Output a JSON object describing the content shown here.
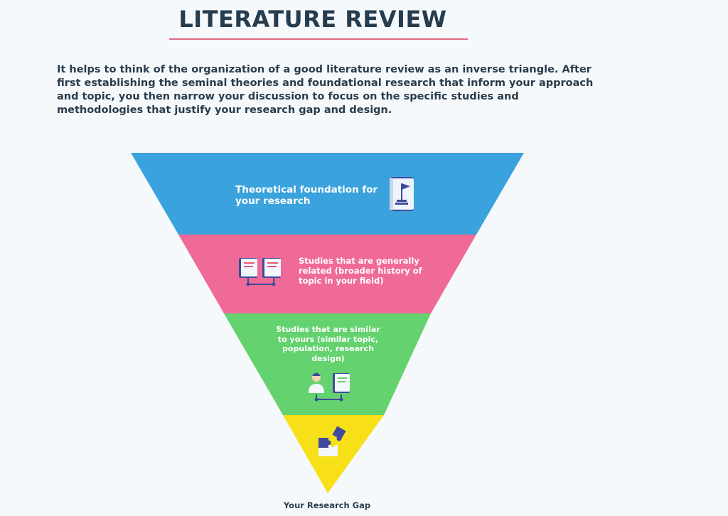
{
  "header": {
    "title": "LITERATURE REVIEW",
    "intro": "It helps to think of the organization of a good literature review as an inverse triangle. After first establishing the seminal theories and foundational research that inform your approach and topic, you then narrow your discussion to focus on the specific studies and methodologies that justify your research gap and design."
  },
  "triangle": {
    "layers": [
      {
        "label": "Theoretical foundation for your research",
        "color": "#3aa2dc",
        "icon": "book-flag-icon"
      },
      {
        "label": "Studies that are generally related (broader history of topic in your field)",
        "color": "#f06a98",
        "icon": "linked-books-icon"
      },
      {
        "label": "Studies that are similar to yours (similar topic, population, research design)",
        "color": "#64d26e",
        "icon": "person-book-icon"
      },
      {
        "label": "",
        "color": "#f7e018",
        "icon": "puzzle-icon"
      }
    ],
    "bottom_label": "Your Research Gap"
  },
  "colors": {
    "title": "#263c4f",
    "underline": "#e06a86",
    "icon_navy": "#3f4a9e"
  }
}
